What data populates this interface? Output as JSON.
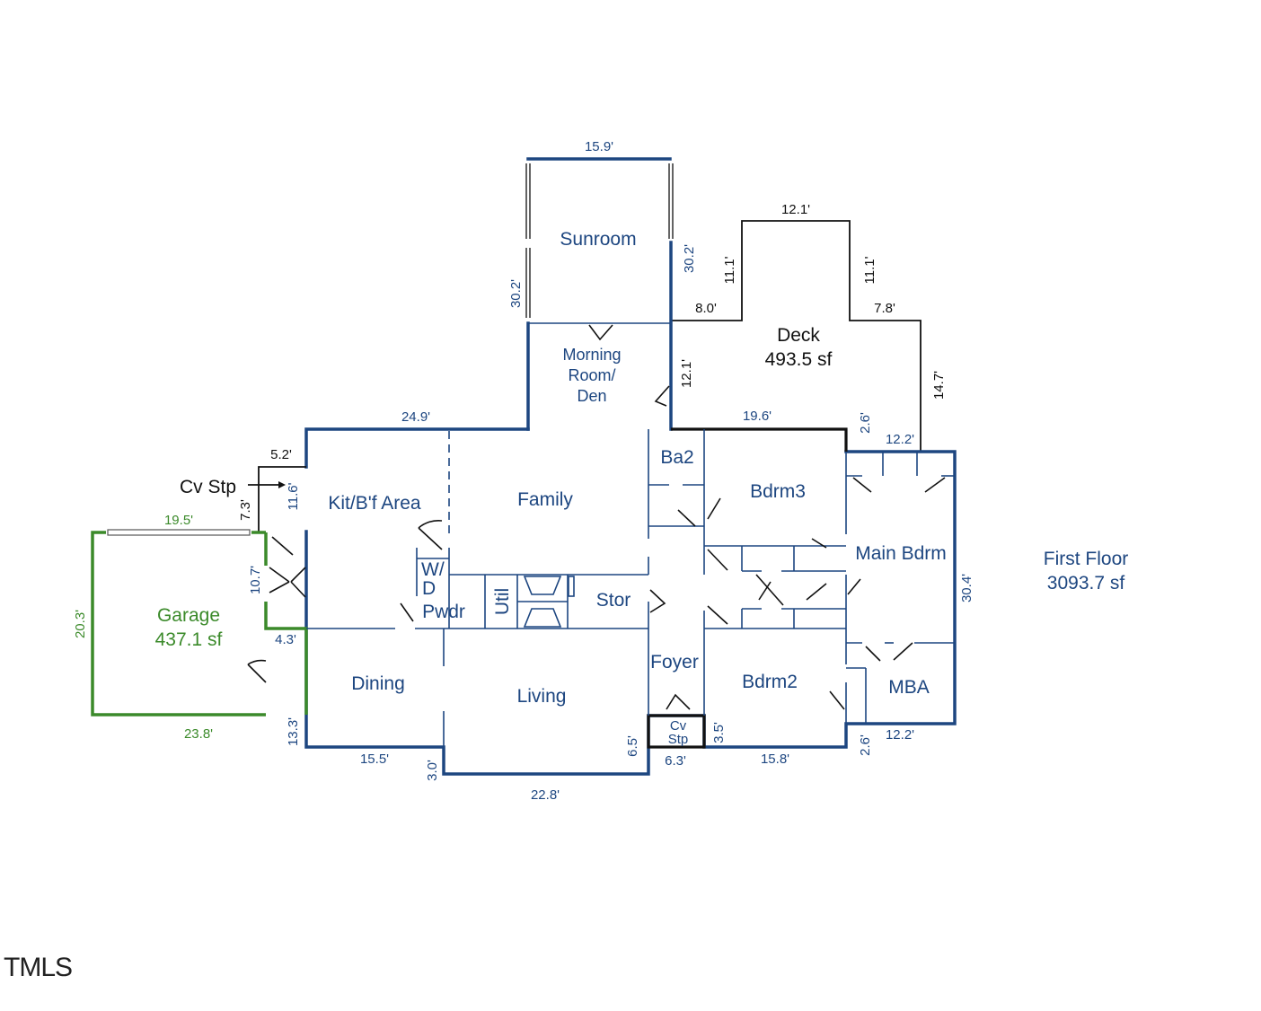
{
  "floor": {
    "name": "First Floor",
    "area": "3093.7 sf"
  },
  "rooms": {
    "sunroom": "Sunroom",
    "morning_room": [
      "Morning",
      "Room/",
      "Den"
    ],
    "deck": {
      "name": "Deck",
      "area": "493.5 sf"
    },
    "ba2": "Ba2",
    "bdrm3": "Bdrm3",
    "main_bdrm": "Main Bdrm",
    "kit": "Kit/B'f Area",
    "family": "Family",
    "wd": [
      "W/",
      "D"
    ],
    "util": "Util",
    "stor": "Stor",
    "pwdr": "Pwdr",
    "garage": {
      "name": "Garage",
      "area": "437.1 sf"
    },
    "dining": "Dining",
    "living": "Living",
    "foyer": "Foyer",
    "bdrm2": "Bdrm2",
    "mba": "MBA",
    "cv_stp_front": [
      "Cv",
      "Stp"
    ],
    "cv_stp_side": "Cv Stp"
  },
  "dimensions": {
    "sunroom_top": "15.9'",
    "sunroom_left": "30.2'",
    "sunroom_right": "30.2'",
    "deck_top": "12.1'",
    "deck_left_up": "11.1'",
    "deck_right_up": "11.1'",
    "deck_left_step": "8.0'",
    "deck_right_step": "7.8'",
    "deck_left": "12.1'",
    "deck_right": "14.7'",
    "deck_bottom": "19.6'",
    "notch_top": "2.6'",
    "main_top": "12.2'",
    "main_right": "30.4'",
    "main_bottom": "12.2'",
    "notch_bottom": "2.6'",
    "family_top": "24.9'",
    "cvstp_top": "5.2'",
    "cvstp_side": "7.3'",
    "kit_left": "11.6'",
    "garage_top": "19.5'",
    "garage_left": "20.3'",
    "garage_bottom": "23.8'",
    "garage_jog_left": "10.7'",
    "garage_jog_bottom": "4.3'",
    "dining_left": "13.3'",
    "dining_bottom": "15.5'",
    "living_jog": "3.0'",
    "living_bottom": "22.8'",
    "foyer_jog": "6.5'",
    "front_cvstp": "6.3'",
    "bdrm2_jog": "3.5'",
    "bdrm2_bottom": "15.8'"
  },
  "logo": "TMLS",
  "colors": {
    "interior": "#1d4680",
    "garage": "#3b8a2a",
    "deck": "#111111"
  }
}
